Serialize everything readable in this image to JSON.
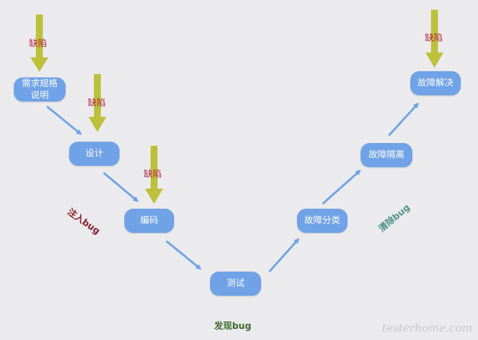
{
  "nodes": {
    "requirements": "需求规格\n说明",
    "design": "设计",
    "coding": "编码",
    "testing": "测试",
    "fault_classify": "故障分类",
    "fault_isolate": "故障隔离",
    "fault_resolve": "故障解决"
  },
  "defect_label": "缺陷",
  "labels": {
    "inject": "注入bug",
    "discover": "发现bug",
    "remove": "清除bug"
  },
  "watermark": "testerhome.com",
  "colors": {
    "node": "#6fa2e6",
    "defect_arrow": "#bcc03a",
    "flow_arrow": "#6fa2e6"
  }
}
